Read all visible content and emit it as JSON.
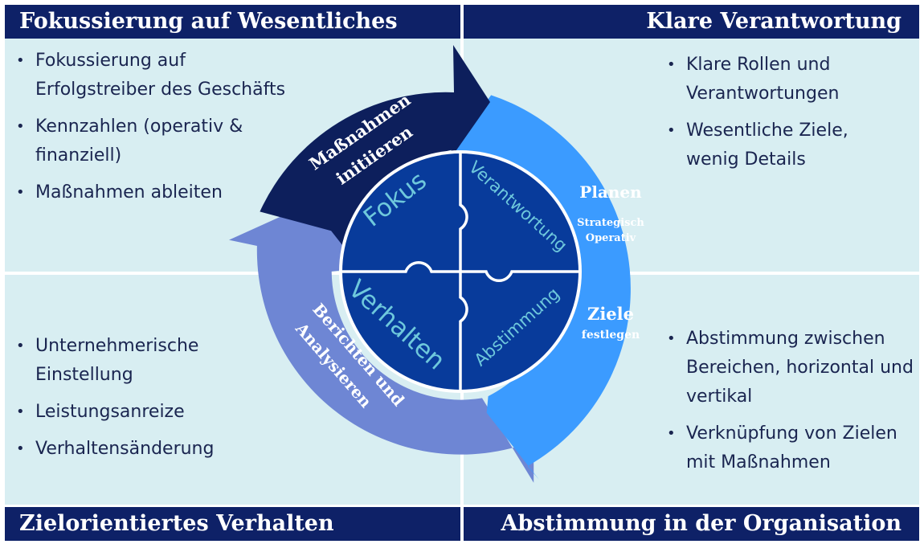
{
  "quadrants": {
    "top_left": {
      "title": "Fokussierung auf Wesentliches",
      "bullets": [
        "Fokussierung auf Erfolgstreiber des Geschäfts",
        "Kennzahlen (operativ & finanziell)",
        "Maßnahmen ableiten"
      ]
    },
    "top_right": {
      "title": "Klare Verantwortung",
      "bullets": [
        "Klare Rollen und Verantwortungen",
        "Wesentliche Ziele, wenig Details"
      ]
    },
    "bottom_left": {
      "title": "Zielorientiertes Verhalten",
      "bullets": [
        "Unternehmerische Einstellung",
        "Leistungsanreize",
        "Verhaltensänderung"
      ]
    },
    "bottom_right": {
      "title": "Abstimmung in der Organisation",
      "bullets": [
        "Abstimmung zwischen Bereichen, horizontal und vertikal",
        "Verknüpfung von Zielen mit Maßnahmen"
      ]
    }
  },
  "cycle": {
    "arrow_top": {
      "line1": "Maßnahmen",
      "line2": "initiieren"
    },
    "arrow_right": {
      "planen": "Planen",
      "strategisch": "Strategisch",
      "operativ": "Operativ",
      "ziele": "Ziele",
      "festlegen": "festlegen"
    },
    "arrow_left": {
      "line1": "Berichten und",
      "line2": "Analysieren"
    }
  },
  "puzzle": {
    "top_left": "Fokus",
    "top_right": "Verantwortung",
    "bottom_left": "Verhalten",
    "bottom_right": "Abstimmung"
  },
  "colors": {
    "header_bar": "#0e2167",
    "quadrant_bg": "#d8eef2",
    "arrow_dark": "#0d1f5c",
    "arrow_blue": "#3b9bff",
    "arrow_purple": "#6e86d4",
    "puzzle": "#083b9b",
    "puzzle_text": "#6ec8dc"
  }
}
